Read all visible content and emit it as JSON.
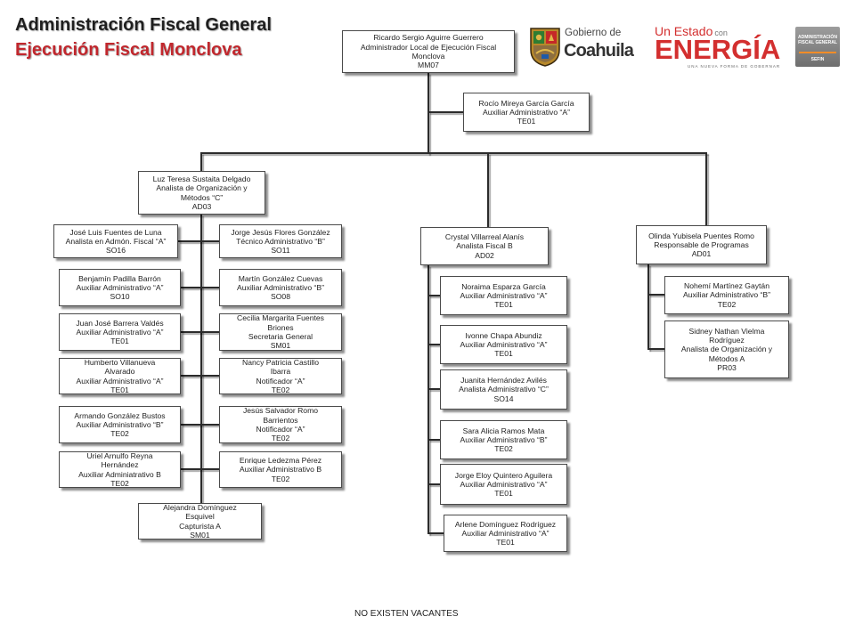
{
  "header": {
    "title": "Administración Fiscal General",
    "subtitle": "Ejecución Fiscal Monclova"
  },
  "logos": {
    "gobierno": {
      "line1": "Gobierno de",
      "line2": "Coahuila",
      "icon": "coat-of-arms-icon"
    },
    "energia": {
      "prefix": "Un Estado",
      "connector": "con",
      "word": "ENERGÍA",
      "tagline": "UNA NUEVA FORMA DE GOBERNAR"
    },
    "sefin": {
      "line1": "ADMINISTRACIÓN",
      "line2": "FISCAL GENERAL",
      "line3": "SEFIN"
    }
  },
  "colors": {
    "title": "#1f1f1f",
    "subtitle": "#c1272d",
    "connector": "#2b2b2b",
    "box_border": "#4a4a4a",
    "brand_red": "#d32f2f"
  },
  "nodes": [
    {
      "lines": [
        "Ricardo Sergio Aguirre Guerrero",
        "Administrador Local de Ejecución Fiscal",
        "Monclova",
        "MM07"
      ]
    },
    {
      "lines": [
        "Rocío Mireya García García",
        "Auxiliar Administrativo “A”",
        "TE01"
      ]
    },
    {
      "lines": [
        "Luz Teresa Sustaita Delgado",
        "Analista de Organización y",
        "Métodos “C”",
        "AD03"
      ]
    },
    {
      "lines": [
        "José Luis Fuentes de Luna",
        "Analista en Admón. Fiscal “A”",
        "SO16"
      ]
    },
    {
      "lines": [
        "Jorge Jesús Flores González",
        "Técnico Administrativo “B”",
        "SO11"
      ]
    },
    {
      "lines": [
        "Benjamín Padilla Barrón",
        "Auxiliar Administrativo “A”",
        "SO10"
      ]
    },
    {
      "lines": [
        "Martín González Cuevas",
        "Auxiliar Administrativo “B”",
        "SO08"
      ]
    },
    {
      "lines": [
        "Juan José Barrera Valdés",
        "Auxiliar Administrativo “A”",
        "TE01"
      ]
    },
    {
      "lines": [
        "Cecilia Margarita Fuentes",
        "Briones",
        "Secretaria General",
        "SM01"
      ]
    },
    {
      "lines": [
        "Humberto Villanueva",
        "Alvarado",
        "Auxiliar Administrativo “A”",
        "TE01"
      ]
    },
    {
      "lines": [
        "Nancy Patricia Castillo",
        "Ibarra",
        "Notificador “A”",
        "TE02"
      ]
    },
    {
      "lines": [
        "Armando González Bustos",
        "Auxiliar Administrativo “B”",
        "TE02"
      ]
    },
    {
      "lines": [
        "Jesús Salvador Romo",
        "Barrientos",
        "Notificador “A”",
        "TE02"
      ]
    },
    {
      "lines": [
        "Uriel Arnulfo Reyna",
        "Hernández",
        "Auxiliar Adminiatrativo B",
        "TE02"
      ]
    },
    {
      "lines": [
        "Enrique Ledezma Pérez",
        "Auxiliar Administrativo B",
        "TE02"
      ]
    },
    {
      "lines": [
        "Alejandra Domínguez",
        "Esquivel",
        "Capturista A",
        "SM01"
      ]
    },
    {
      "lines": [
        "Crystal Villarreal Alanís",
        "Analista Fiscal B",
        "AD02"
      ]
    },
    {
      "lines": [
        "Noraima Esparza García",
        "Auxiliar Administrativo “A”",
        "TE01"
      ]
    },
    {
      "lines": [
        "Ivonne Chapa Abundiz",
        "Auxiliar Administrativo “A”",
        "TE01"
      ]
    },
    {
      "lines": [
        "Juanita Hernández Avilés",
        "Analista Administrativo “C”",
        "SO14"
      ]
    },
    {
      "lines": [
        "Sara Alicia Ramos Mata",
        "Auxiliar Administrativo “B”",
        "TE02"
      ]
    },
    {
      "lines": [
        "Jorge Eloy Quintero Aguilera",
        "Auxiliar Administrativo “A”",
        "TE01"
      ]
    },
    {
      "lines": [
        "Arlene Domínguez Rodríguez",
        "Auxiliar Administrativo “A”",
        "TE01"
      ]
    },
    {
      "lines": [
        "Olinda Yubisela Puentes Romo",
        "Responsable de Programas",
        "AD01"
      ]
    },
    {
      "lines": [
        "Nohemí Martínez Gaytán",
        "Auxiliar Administrativo “B”",
        "TE02"
      ]
    },
    {
      "lines": [
        "Sidney Nathan Vielma",
        "Rodríguez",
        "Analista de Organización y",
        "Métodos A",
        "PR03"
      ]
    }
  ],
  "footer": {
    "note": "NO EXISTEN VACANTES"
  }
}
